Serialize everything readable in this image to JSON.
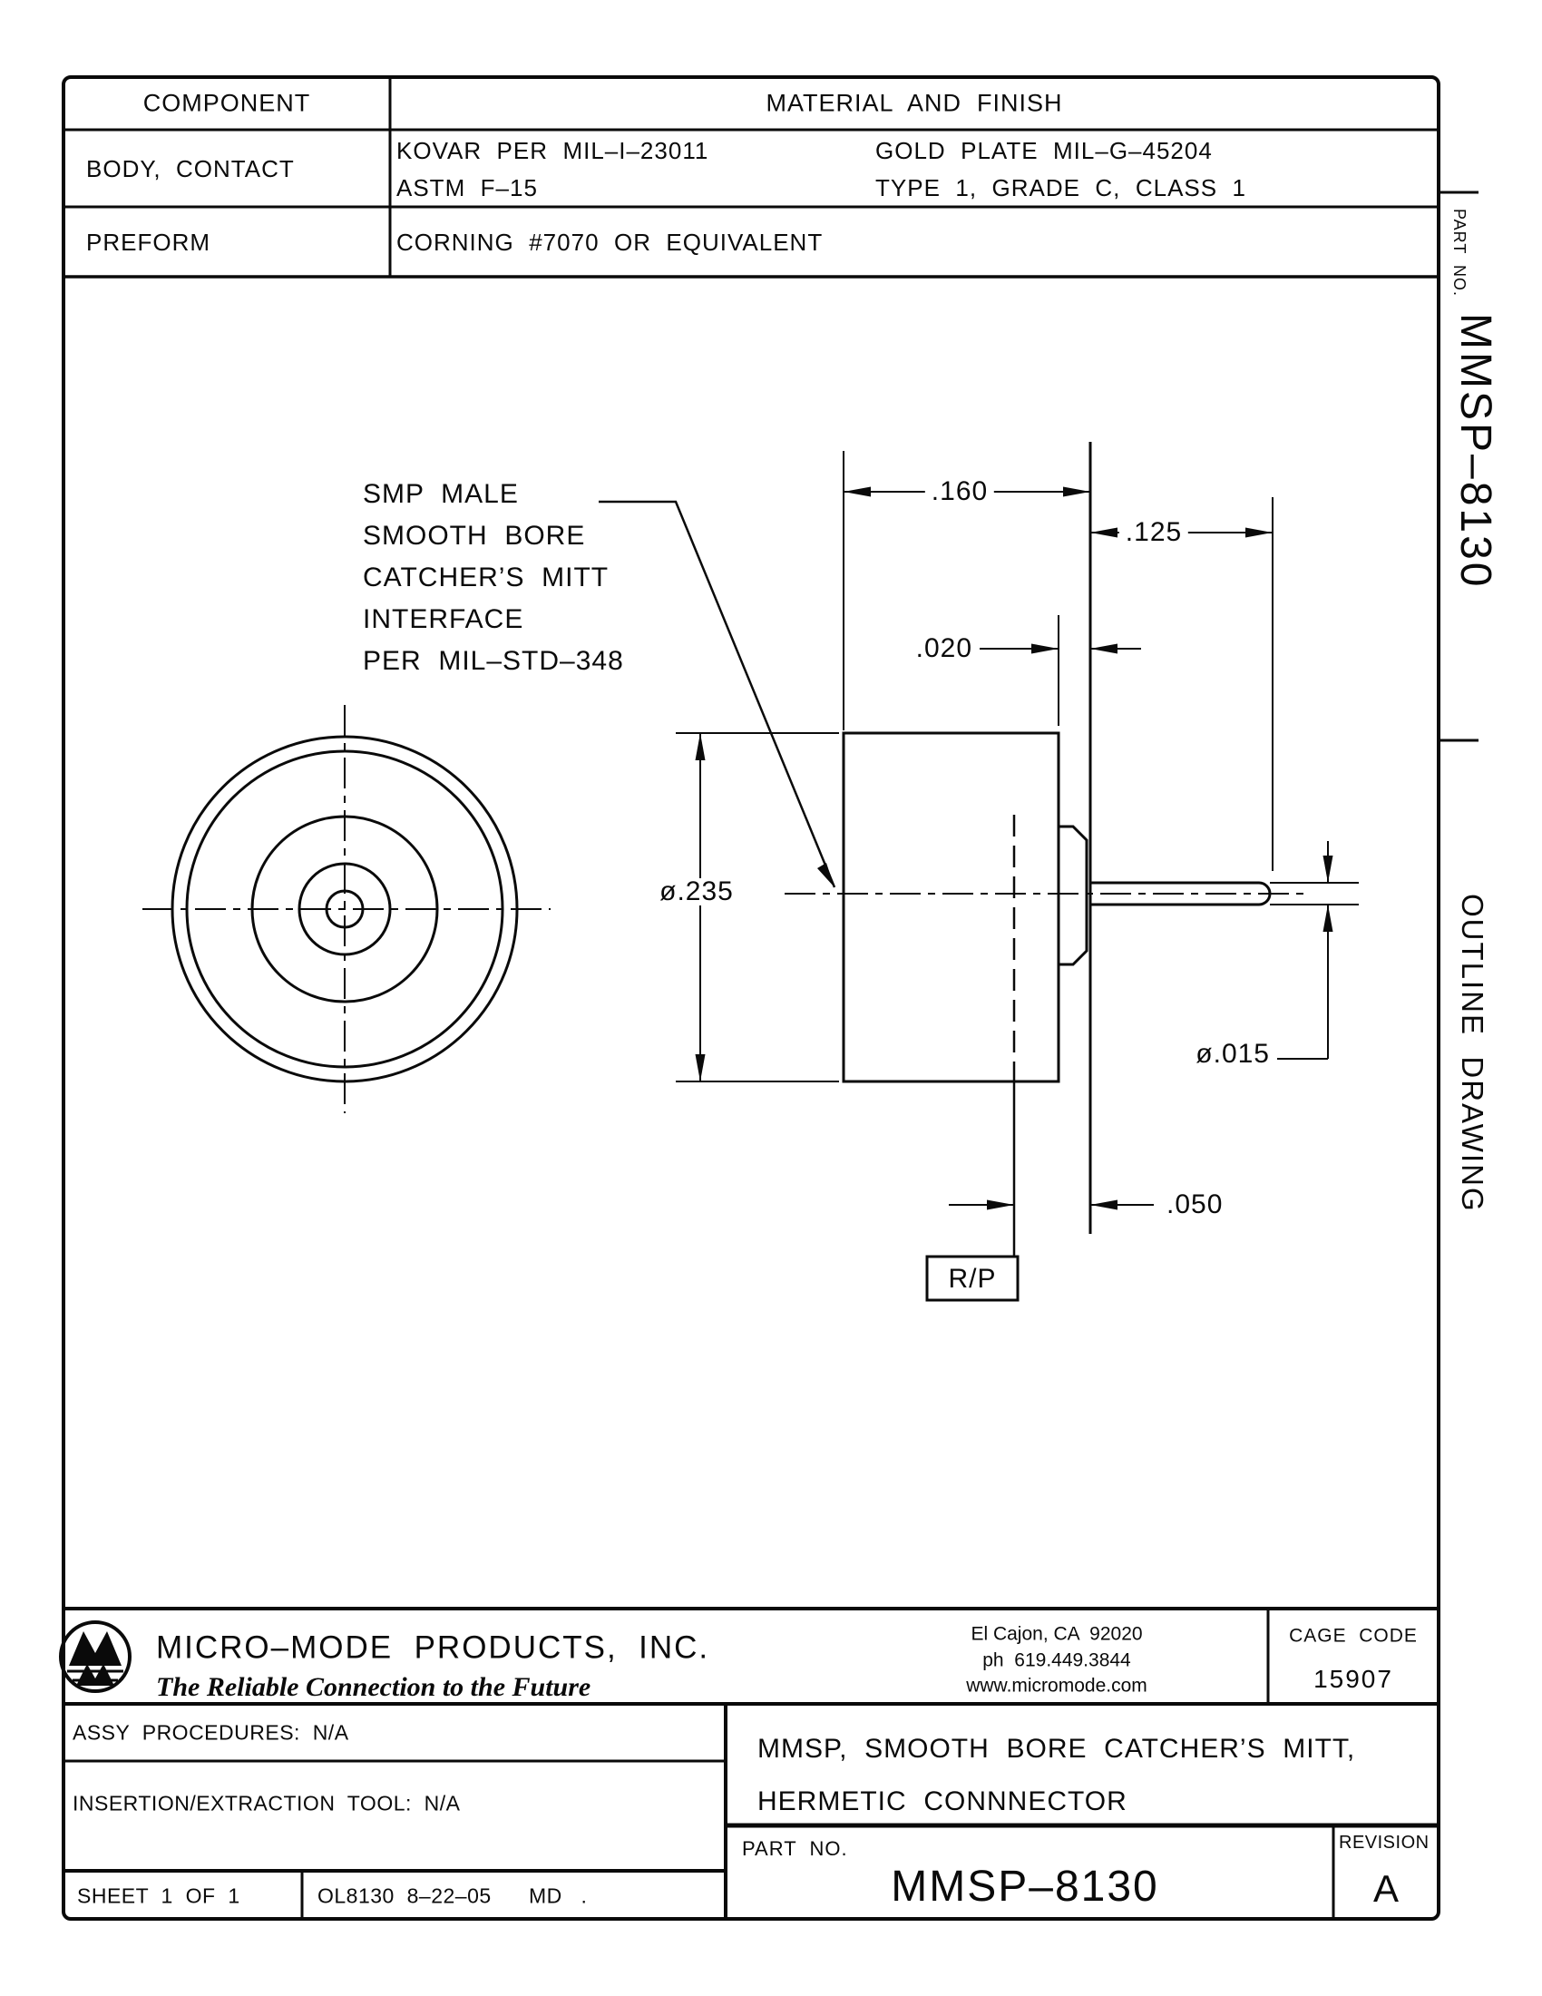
{
  "sheet": {
    "materials_table": {
      "component_header": "COMPONENT",
      "material_header": "MATERIAL  AND  FINISH",
      "rows": [
        {
          "component": "BODY,  CONTACT",
          "material_a1": "KOVAR  PER  MIL–I–23011",
          "material_a2": "ASTM  F–15",
          "material_b1": "GOLD  PLATE  MIL–G–45204",
          "material_b2": "TYPE  1,  GRADE  C,  CLASS  1"
        },
        {
          "component": "PREFORM",
          "material": "CORNING  #7070  OR  EQUIVALENT"
        }
      ]
    },
    "edge_strip": {
      "part_no_label": "PART  NO.",
      "part_no": "MMSP–8130",
      "drawing_type": "OUTLINE  DRAWING"
    },
    "drawing": {
      "callout_lines": [
        "SMP  MALE",
        "SMOOTH  BORE",
        "CATCHER’S  MITT",
        "INTERFACE",
        "PER  MIL–STD–348"
      ],
      "dims": {
        "body_length": ".160",
        "pin_length": ".125",
        "seal_gap": ".020",
        "body_dia": "ø.235",
        "pin_dia": "ø.015",
        "ref_plane_offset": ".050",
        "ref_plane_label": "R/P"
      }
    },
    "title_block": {
      "company": "MICRO–MODE  PRODUCTS,  INC.",
      "tagline": "The Reliable Connection to the Future",
      "address_lines": [
        "El Cajon, CA  92020",
        "ph  619.449.3844",
        "www.micromode.com"
      ],
      "cage_code_label": "CAGE  CODE",
      "cage_code": "15907",
      "assy_procedures": "ASSY  PROCEDURES:  N/A",
      "insertion_tool": "INSERTION/EXTRACTION  TOOL:  N/A",
      "title_line1": "MMSP,  SMOOTH  BORE  CATCHER’S  MITT,",
      "title_line2": "HERMETIC  CONNNECTOR",
      "part_no_label": "PART  NO.",
      "part_no": "MMSP–8130",
      "revision_label": "REVISION",
      "revision": "A",
      "sheet_label": "SHEET  1  OF  1",
      "doc_ref": "OL8130  8–22–05      MD   ."
    }
  }
}
